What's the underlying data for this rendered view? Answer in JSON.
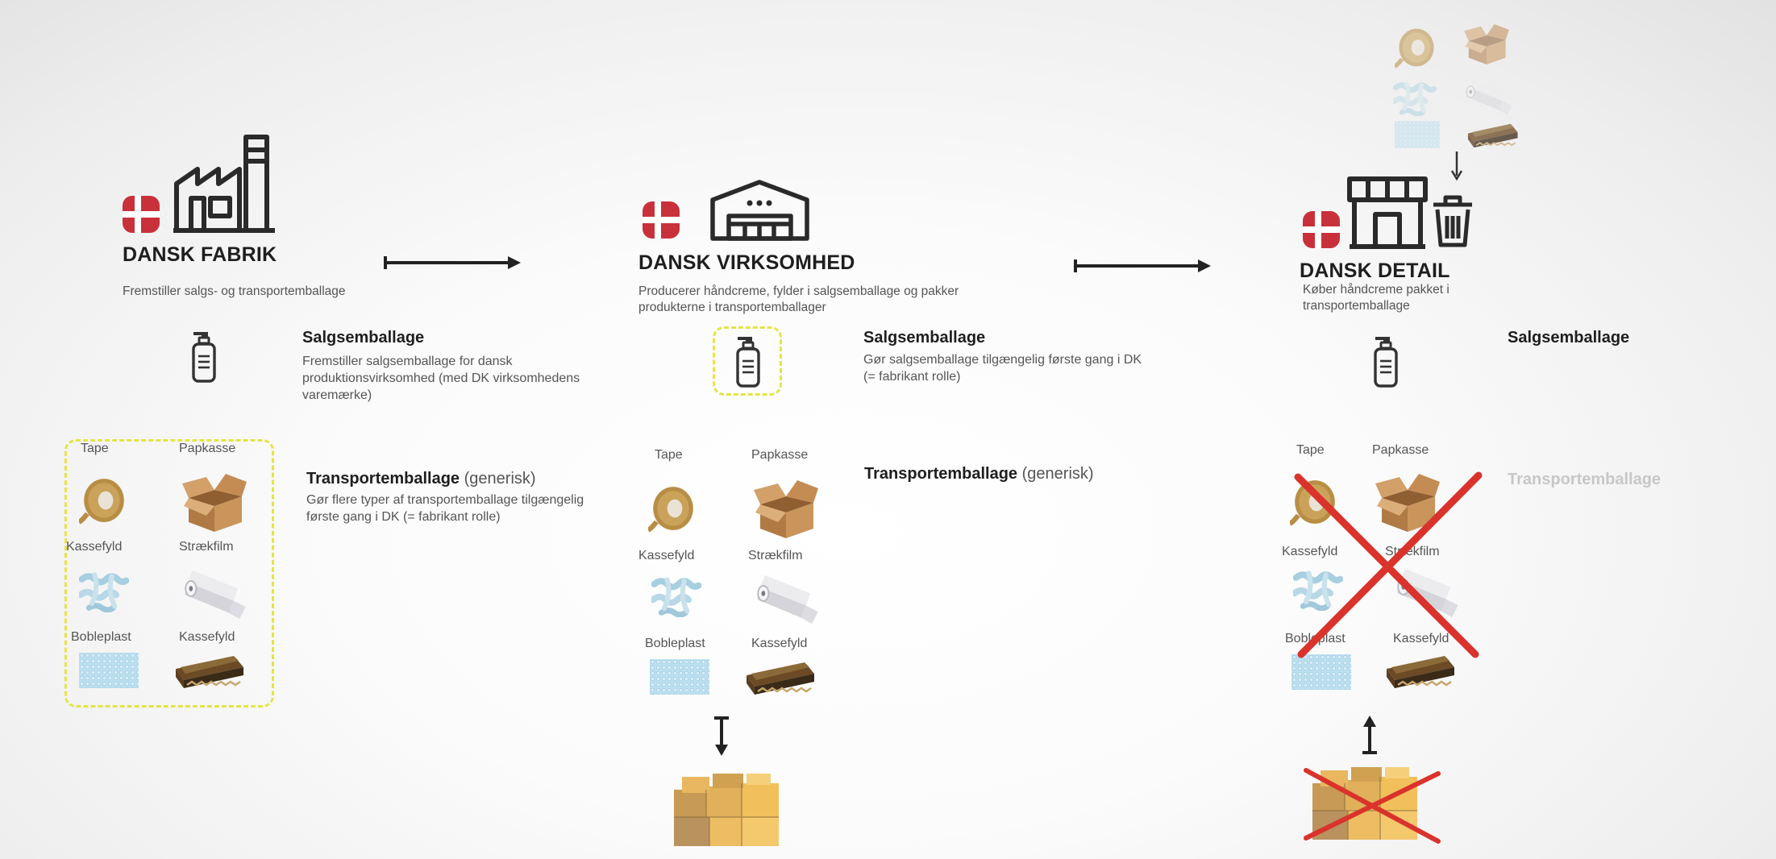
{
  "columns": [
    {
      "title": "DANSK FABRIK",
      "description": "Fremstiller salgs- og transportemballage",
      "sales_heading": "Salgsemballage",
      "sales_text": "Fremstiller salgsemballage for dansk produktionsvirksomhed (med DK virksomhedens varemærke)",
      "transport_heading": "Transportemballage",
      "transport_suffix": "(generisk)",
      "transport_text": "Gør flere typer af transportemballage tilgængelig første gang i DK (= fabrikant rolle)",
      "items": [
        "Tape",
        "Papkasse",
        "Kassefyld",
        "Strækfilm",
        "Bobleplast",
        "Kassefyld"
      ]
    },
    {
      "title": "DANSK VIRKSOMHED",
      "description": "Producerer håndcreme, fylder i salgsemballage og pakker produkterne i transportemballager",
      "sales_heading": "Salgsemballage",
      "sales_text": "Gør salgsemballage tilgængelig første gang i DK (= fabrikant rolle)",
      "transport_heading": "Transportemballage",
      "transport_suffix": "(generisk)",
      "items": [
        "Tape",
        "Papkasse",
        "Kassefyld",
        "Strækfilm",
        "Bobleplast",
        "Kassefyld"
      ]
    },
    {
      "title": "DANSK DETAIL",
      "description": "Køber håndcreme pakket i transportemballage",
      "sales_heading": "Salgsemballage",
      "transport_heading": "Transportemballage",
      "items": [
        "Tape",
        "Papkasse",
        "Kassefyld",
        "Strækfilm",
        "Bobleplast",
        "Kassefyld"
      ]
    }
  ],
  "icons": [
    "denmark-flag-icon",
    "factory-icon",
    "warehouse-icon",
    "store-icon",
    "trash-bin-icon",
    "pump-bottle-icon",
    "tape-roll-icon",
    "cardboard-box-icon",
    "packing-peanuts-icon",
    "stretch-film-icon",
    "bubble-wrap-icon",
    "corrugated-cardboard-icon",
    "stacked-boxes-icon",
    "arrow-right-icon",
    "arrow-down-icon",
    "arrow-up-icon",
    "red-cross-icon"
  ],
  "colors": {
    "flag_red": "#c9313a",
    "highlight_dashed": "#e3e547",
    "cross_red": "#d9332c",
    "cardboard": "#c9955b",
    "tape": "#b88e45"
  }
}
